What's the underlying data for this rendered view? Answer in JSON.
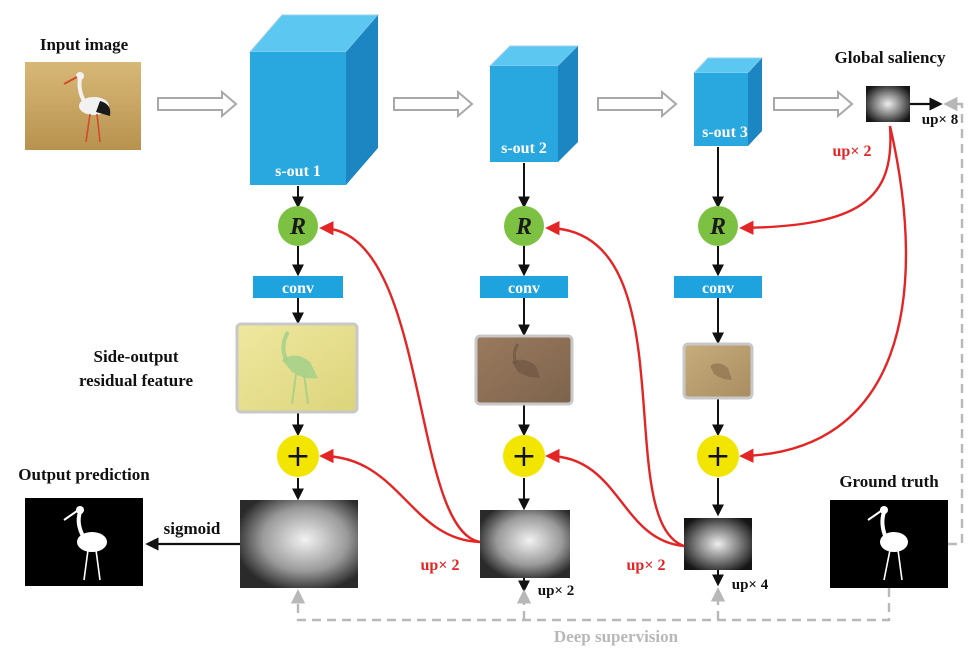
{
  "labels": {
    "input_image": "Input image",
    "global_saliency": "Global saliency",
    "side_output_line1": "Side-output",
    "side_output_line2": "residual feature",
    "output_prediction": "Output prediction",
    "ground_truth": "Ground truth",
    "deep_supervision": "Deep supervision",
    "sigmoid": "sigmoid"
  },
  "stages": [
    {
      "sout": "s-out 1",
      "r": "R",
      "conv": "conv",
      "plus": "+"
    },
    {
      "sout": "s-out 2",
      "r": "R",
      "conv": "conv",
      "plus": "+"
    },
    {
      "sout": "s-out 3",
      "r": "R",
      "conv": "conv",
      "plus": "+"
    }
  ],
  "upsample": {
    "global_up8": "up× 8",
    "global_up2": "up× 2",
    "stage2_up2_red": "up× 2",
    "stage2_up2_black": "up× 2",
    "stage3_up2_red": "up× 2",
    "stage3_up4_black": "up× 4"
  },
  "colors": {
    "cube_front": "#29a8e0",
    "cube_top": "#5cc8f2",
    "cube_side": "#1b86c2",
    "r_node": "#7dc142",
    "plus_node": "#f2e600",
    "conv_bar": "#1fa3df",
    "red_arrow": "#e32525",
    "gray_dashed": "#b8b8b8"
  }
}
